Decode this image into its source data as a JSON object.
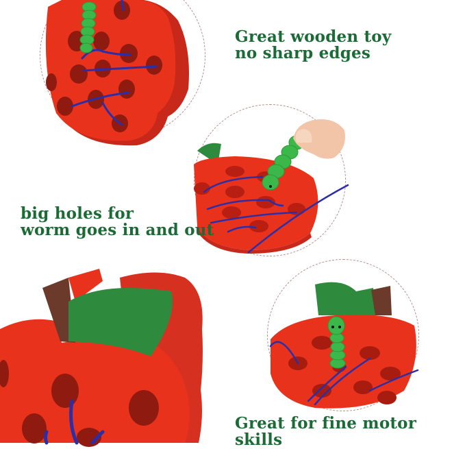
{
  "captions": {
    "top_right": [
      "Great wooden toy",
      "no sharp edges"
    ],
    "middle_left": [
      "big holes for",
      "worm goes in and out"
    ],
    "bottom_right": "Great for fine motor skills"
  },
  "colors": {
    "caption_green": "#1c6b36",
    "apple_red": "#e8321c",
    "apple_edge": "#c8281a",
    "leaf_green": "#2e8b3e",
    "stem_brown": "#6b3a2a",
    "string_blue": "#2a2fa8",
    "worm_green": "#3cb84a",
    "dash_circle": "#b78c8c"
  },
  "images": [
    {
      "name": "apple-toy-closeup-top",
      "description": "red wooden apple with holes, green worm and blue string"
    },
    {
      "name": "apple-toy-hand-worm",
      "description": "hand threading green worm through red apple"
    },
    {
      "name": "apple-toy-large",
      "description": "large red wooden apple with green leaf and brown stem"
    },
    {
      "name": "apple-toy-worm-standing",
      "description": "green worm standing in red apple hole"
    }
  ]
}
